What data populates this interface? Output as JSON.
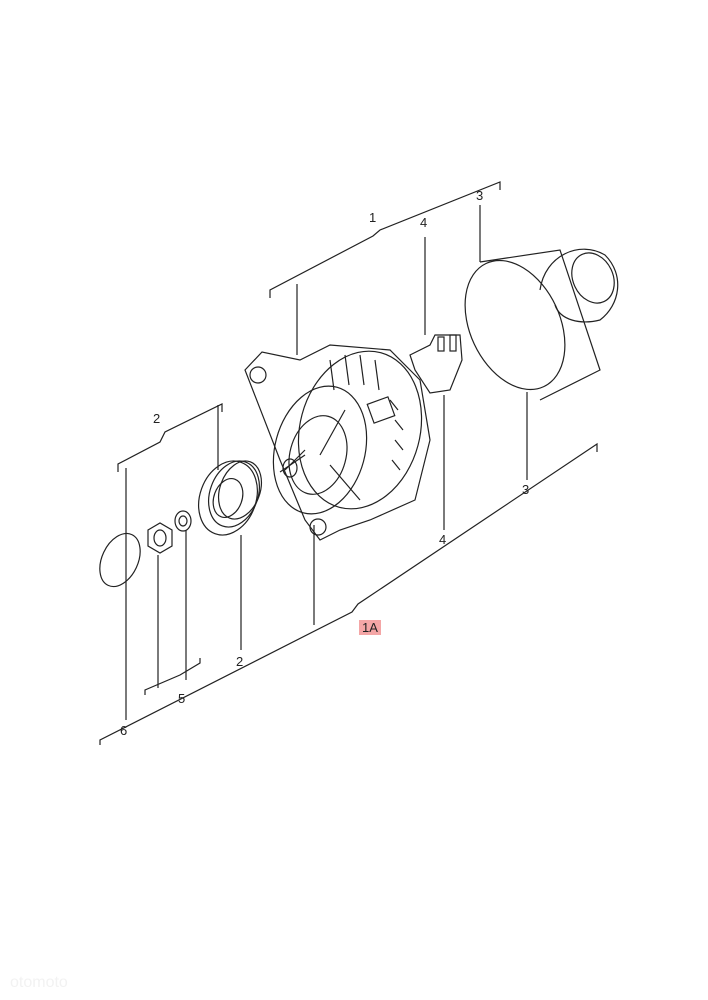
{
  "callouts": {
    "c1": "1",
    "c4_top": "4",
    "c3_top": "3",
    "c2_left": "2",
    "c3_right": "3",
    "c4_low": "4",
    "c1a": "1A",
    "c2_low": "2",
    "c5": "5",
    "c6": "6"
  },
  "colors": {
    "highlight": "#f4a6a6",
    "line": "#222222"
  },
  "watermark": "otomoto"
}
